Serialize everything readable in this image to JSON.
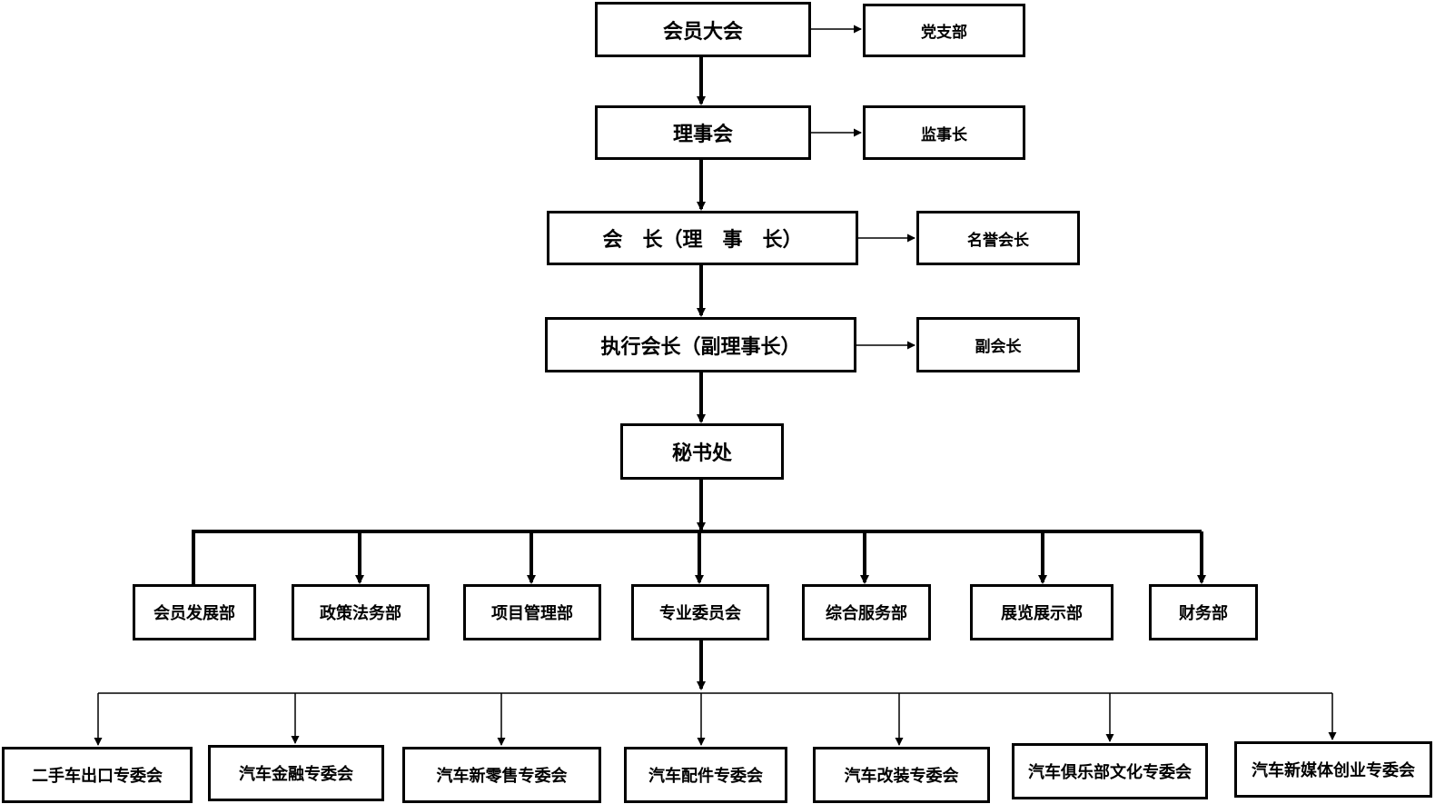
{
  "main_chain": [
    "会员大会",
    "理事会",
    "会　长（理　事　长）",
    "执行会长（副理事长）",
    "秘书处"
  ],
  "side_units": [
    "党支部",
    "监事长",
    "名誉会长",
    "副会长"
  ],
  "departments": [
    "会员发展部",
    "政策法务部",
    "项目管理部",
    "专业委员会",
    "综合服务部",
    "展览展示部",
    "财务部"
  ],
  "committees": [
    "二手车出口专委会",
    "汽车金融专委会",
    "汽车新零售专委会",
    "汽车配件专委会",
    "汽车改装专委会",
    "汽车俱乐部文化专委会",
    "汽车新媒体创业专委会"
  ],
  "colors": {
    "line": "#000000",
    "box_border": "#000000",
    "background": "#ffffff"
  }
}
